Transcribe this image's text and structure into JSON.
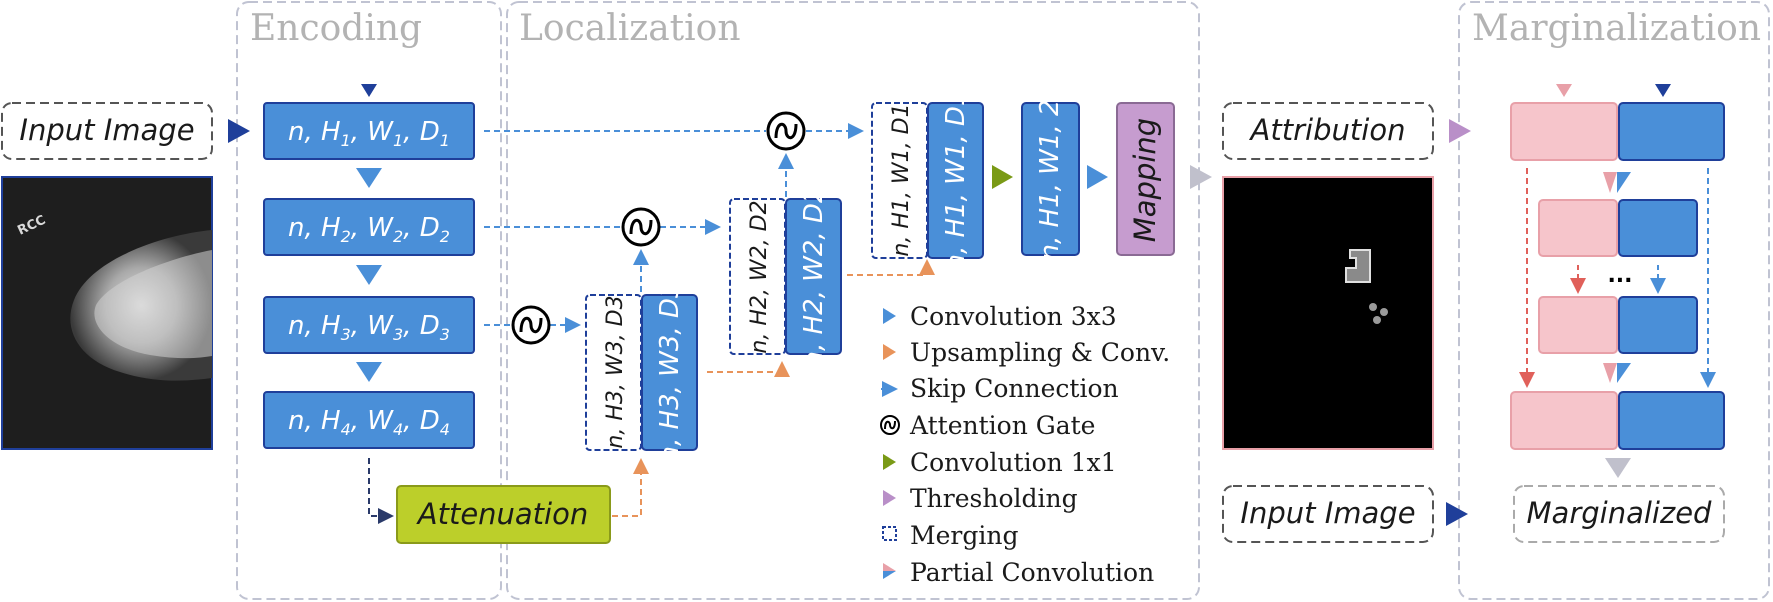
{
  "sections": {
    "encoding": "Encoding",
    "localization": "Localization",
    "marginalization": "Marginalization"
  },
  "labels": {
    "input_image_top": "Input Image",
    "input_image_bottom": "Input Image",
    "attribution": "Attribution",
    "attenuation": "Attenuation",
    "mapping": "Mapping",
    "marginalized": "Marginalized",
    "rcc": "RCC",
    "ellipsis": "..."
  },
  "encoder_blocks": [
    {
      "n": "n, H",
      "h": "1",
      "w": ", W",
      "ws": "1",
      "d": ", D",
      "ds": "1"
    },
    {
      "n": "n, H",
      "h": "2",
      "w": ", W",
      "ws": "2",
      "d": ", D",
      "ds": "2"
    },
    {
      "n": "n, H",
      "h": "3",
      "w": ", W",
      "ws": "3",
      "d": ", D",
      "ds": "3"
    },
    {
      "n": "n, H",
      "h": "4",
      "w": ", W",
      "ws": "4",
      "d": ", D",
      "ds": "4"
    }
  ],
  "decoder_blocks": {
    "level3": "n, H3, W3, D3",
    "level2": "n, H2, W2, D2",
    "level1": "n, H1, W1, D1",
    "output": "n, H1, W1, 2"
  },
  "legend": [
    {
      "icon": "blue-triangle",
      "label": "Convolution 3x3",
      "color": "#4a8fd8"
    },
    {
      "icon": "orange-triangle",
      "label": "Upsampling & Conv.",
      "color": "#e8935a"
    },
    {
      "icon": "dashed-arrow",
      "label": "Skip Connection",
      "color": "#4a8fd8"
    },
    {
      "icon": "attention-gate",
      "label": "Attention Gate",
      "color": "#000000"
    },
    {
      "icon": "green-triangle",
      "label": "Convolution 1x1",
      "color": "#7a9a16"
    },
    {
      "icon": "purple-triangle",
      "label": "Thresholding",
      "color": "#b98fc8"
    },
    {
      "icon": "dashed-square",
      "label": "Merging",
      "color": "#1f3f9a"
    },
    {
      "icon": "pink-blue-triangle",
      "label": "Partial Convolution",
      "color": "#e8a0a8"
    }
  ],
  "colors": {
    "block_blue": "#4a8fd8",
    "block_border": "#1f3f9a",
    "attenuation": "#bccf2a",
    "mapping": "#c69ccf",
    "pink": "#f6c5cb",
    "section_border": "#c0c3d2"
  }
}
